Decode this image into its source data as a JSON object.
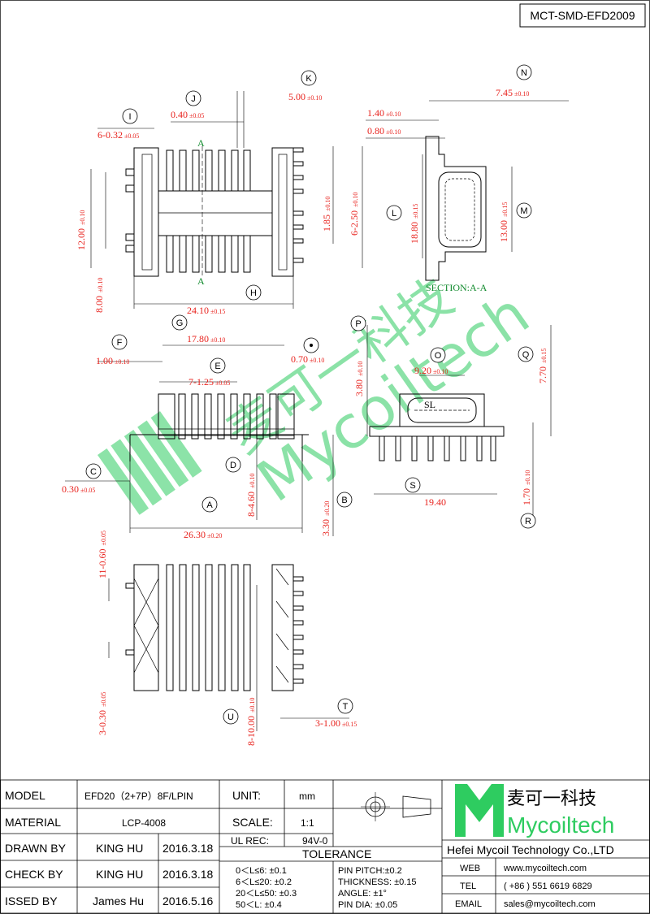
{
  "drawing_no": "MCT-SMD-EFD2009",
  "watermark": {
    "cn": "麦可一科技",
    "en": "Mycoiltech"
  },
  "section_labels": {
    "a": "A",
    "section": "SECTION:A-A",
    "sl": "SL"
  },
  "bubbles": [
    "A",
    "B",
    "C",
    "D",
    "E",
    "F",
    "G",
    "H",
    "I",
    "J",
    "K",
    "L",
    "M",
    "N",
    "O",
    "P",
    "Q",
    "R",
    "S",
    "T",
    "U"
  ],
  "dims": {
    "i_main": "6-0.32",
    "i_tol": "±0.05",
    "j_main": "0.40",
    "j_tol": "±0.05",
    "k_main": "5.00",
    "k_tol": "±0.10",
    "h_main": "24.10",
    "h_tol": "±0.15",
    "y12_main": "12.00",
    "y12_tol": "±0.10",
    "y8_main": "8.00",
    "y8_tol": "±0.10",
    "p185_main": "1.85",
    "p185_tol": "±0.10",
    "p250_main": "6-2.50",
    "p250_tol": "±0.10",
    "n_main": "7.45",
    "n_tol": "±0.10",
    "w140_main": "1.40",
    "w140_tol": "±0.10",
    "w080_main": "0.80",
    "w080_tol": "±0.10",
    "l_main": "18.80",
    "l_tol": "±0.15",
    "m_main": "13.00",
    "m_tol": "±0.15",
    "g_main": "17.80",
    "g_tol": "±0.10",
    "f_main": "1.00",
    "f_tol": "±0.10",
    "dot_main": "0.70",
    "dot_tol": "±0.10",
    "e_main": "7-1.25",
    "e_tol": "±0.05",
    "c_main": "0.30",
    "c_tol": "±0.05",
    "d_main": "8-4.60",
    "d_tol": "±0.10",
    "b_main": "3.30",
    "b_tol": "±0.20",
    "a_main": "26.30",
    "a_tol": "±0.20",
    "p_main": "3.80",
    "p_tol": "±0.10",
    "o_main": "9.20",
    "o_tol": "±0.10",
    "q_main": "7.70",
    "q_tol": "±0.15",
    "s_main": "19.40",
    "r_main": "1.70",
    "r_tol": "±0.10",
    "u1_main": "11-0.60",
    "u1_tol": "±0.05",
    "u2_main": "3-0.30",
    "u2_tol": "±0.05",
    "u3_main": "8-10.00",
    "u3_tol": "±0.10",
    "t_main": "3-1.00",
    "t_tol": "±0.15"
  },
  "title_block": {
    "model_label": "MODEL",
    "model_value": "EFD20（2+7P）8F/LPIN",
    "material_label": "MATERIAL",
    "material_value": "LCP-4008",
    "drawn_label": "DRAWN BY",
    "drawn_name": "KING HU",
    "drawn_date": "2016.3.18",
    "check_label": "CHECK BY",
    "check_name": "KING HU",
    "check_date": "2016.3.18",
    "issued_label": "ISSED BY",
    "issued_name": "James Hu",
    "issued_date": "2016.5.16",
    "unit_label": "UNIT:",
    "unit_value": "mm",
    "scale_label": "SCALE:",
    "scale_value": "1:1",
    "ulrec_label": "UL REC:",
    "ulrec_value": "94V-0",
    "tolerance_label": "TOLERANCE",
    "tol_lines": [
      "0＜L≤6:  ±0.1",
      "6＜L≤20:  ±0.2",
      "20＜L≤50:  ±0.3",
      "50＜L:  ±0.4"
    ],
    "tol_lines2": [
      "PIN PITCH:±0.2",
      "THICKNESS:  ±0.15",
      "ANGLE:  ±1°",
      "PIN DIA:  ±0.05"
    ],
    "company_cn": "麦可一科技",
    "company_en": "Mycoiltech",
    "company_full": "Hefei Mycoil Technology Co.,LTD",
    "web_label": "WEB",
    "web_value": "www.mycoiltech.com",
    "tel_label": "TEL",
    "tel_value": "( +86 ) 551 6619 6829",
    "email_label": "EMAIL",
    "email_value": "sales@mycoiltech.com"
  },
  "colors": {
    "dimension": "#e8231e",
    "logo_green": "#2ecc60",
    "section_green": "#118a2d"
  }
}
